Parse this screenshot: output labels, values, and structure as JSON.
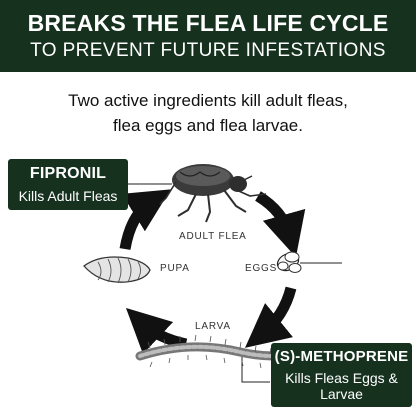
{
  "header": {
    "title": "BREAKS THE FLEA LIFE CYCLE",
    "subtitle": "TO PREVENT FUTURE INFESTATIONS"
  },
  "intro": {
    "line1": "Two active ingredients kill adult fleas,",
    "line2": "flea eggs and flea larvae."
  },
  "stages": {
    "adult": "ADULT FLEA",
    "eggs": "EGGS",
    "larva": "LARVA",
    "pupa": "PUPA"
  },
  "callouts": {
    "fipronil": {
      "name": "FIPRONIL",
      "description": "Kills Adult Fleas"
    },
    "methoprene": {
      "name": "(S)-METHOPRENE",
      "description": "Kills Fleas Eggs & Larvae"
    }
  },
  "icons": {
    "adult": "flea-icon",
    "eggs": "eggs-icon",
    "larva": "larva-icon",
    "pupa": "pupa-icon",
    "arrow": "cycle-arrow-icon"
  },
  "colors": {
    "brand_dark_green": "#16321f",
    "text": "#111111"
  }
}
